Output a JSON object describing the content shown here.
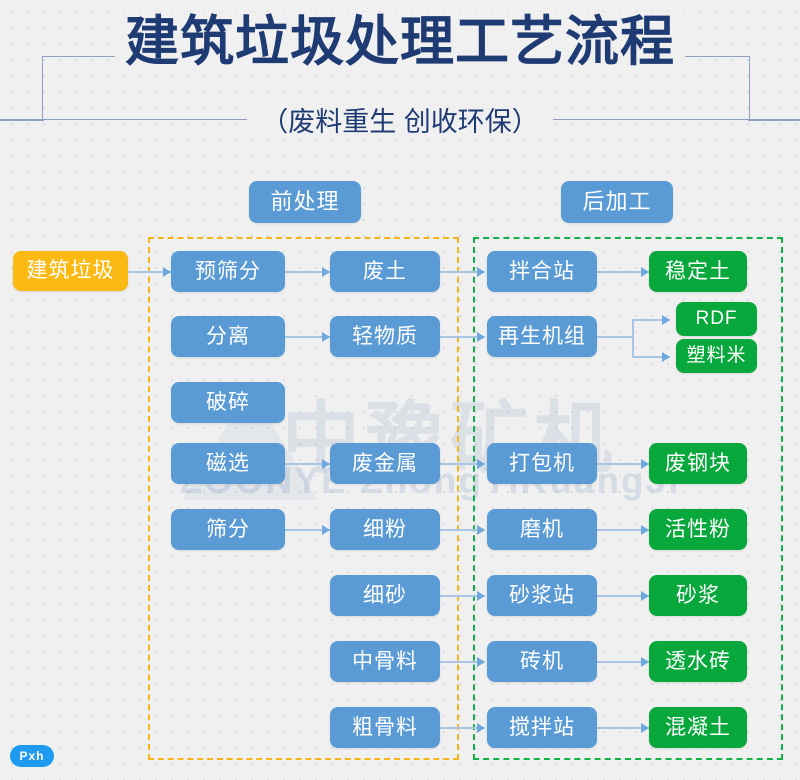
{
  "header": {
    "title": "建筑垃圾处理工艺流程",
    "subtitle": "（废料重生  创收环保）",
    "accent_color": "#1f3b73",
    "border_color": "#8fa0c4"
  },
  "zones": [
    {
      "id": "pre",
      "label": "前处理",
      "border_color": "#f5b517",
      "style": "dashed"
    },
    {
      "id": "post",
      "label": "后加工",
      "border_color": "#12b24b",
      "style": "dashed"
    }
  ],
  "colors": {
    "blue": "#5b9bd5",
    "green": "#08a83c",
    "orange": "#fbb913",
    "connector": "#a8c6e4",
    "arrow": "#6fa8dc",
    "page_background": "#f0f0f0"
  },
  "nodes": {
    "input": {
      "label": "建筑垃圾",
      "color": "orange"
    },
    "zone_pre": {
      "label": "前处理",
      "color": "blue"
    },
    "zone_post": {
      "label": "后加工",
      "color": "blue"
    },
    "pre_screen": {
      "label": "预筛分",
      "color": "blue"
    },
    "separate": {
      "label": "分离",
      "color": "blue"
    },
    "crush": {
      "label": "破碎",
      "color": "blue"
    },
    "magnetic": {
      "label": "磁选",
      "color": "blue"
    },
    "sieve": {
      "label": "筛分",
      "color": "blue"
    },
    "waste_soil": {
      "label": "废土",
      "color": "blue"
    },
    "light_matter": {
      "label": "轻物质",
      "color": "blue"
    },
    "waste_metal": {
      "label": "废金属",
      "color": "blue"
    },
    "fine_powder": {
      "label": "细粉",
      "color": "blue"
    },
    "fine_sand": {
      "label": "细砂",
      "color": "blue"
    },
    "mid_agg": {
      "label": "中骨料",
      "color": "blue"
    },
    "coarse_agg": {
      "label": "粗骨料",
      "color": "blue"
    },
    "mixing_stn": {
      "label": "拌合站",
      "color": "blue"
    },
    "regen_unit": {
      "label": "再生机组",
      "color": "blue"
    },
    "baler": {
      "label": "打包机",
      "color": "blue"
    },
    "grinder": {
      "label": "磨机",
      "color": "blue"
    },
    "mortar_stn": {
      "label": "砂浆站",
      "color": "blue"
    },
    "brick_mach": {
      "label": "砖机",
      "color": "blue"
    },
    "batch_stn": {
      "label": "搅拌站",
      "color": "blue"
    },
    "stable_soil": {
      "label": "稳定土",
      "color": "green"
    },
    "rdf": {
      "label": "RDF",
      "color": "green"
    },
    "plastic_gran": {
      "label": "塑料米",
      "color": "green"
    },
    "scrap_steel": {
      "label": "废钢块",
      "color": "green"
    },
    "active_powder": {
      "label": "活性粉",
      "color": "green"
    },
    "mortar": {
      "label": "砂浆",
      "color": "green"
    },
    "perm_brick": {
      "label": "透水砖",
      "color": "green"
    },
    "concrete": {
      "label": "混凝土",
      "color": "green"
    }
  },
  "flows": [
    {
      "from": "input",
      "to": "pre_screen"
    },
    {
      "from": "pre_screen",
      "to": "waste_soil"
    },
    {
      "from": "separate",
      "to": "light_matter"
    },
    {
      "from": "magnetic",
      "to": "waste_metal"
    },
    {
      "from": "sieve",
      "to": "fine_powder"
    },
    {
      "from": "waste_soil",
      "to": "mixing_stn"
    },
    {
      "from": "light_matter",
      "to": "regen_unit"
    },
    {
      "from": "waste_metal",
      "to": "baler"
    },
    {
      "from": "fine_powder",
      "to": "grinder"
    },
    {
      "from": "fine_sand",
      "to": "mortar_stn"
    },
    {
      "from": "mid_agg",
      "to": "brick_mach"
    },
    {
      "from": "coarse_agg",
      "to": "batch_stn"
    },
    {
      "from": "mixing_stn",
      "to": "stable_soil"
    },
    {
      "from": "regen_unit",
      "to": "rdf"
    },
    {
      "from": "regen_unit",
      "to": "plastic_gran"
    },
    {
      "from": "baler",
      "to": "scrap_steel"
    },
    {
      "from": "grinder",
      "to": "active_powder"
    },
    {
      "from": "mortar_stn",
      "to": "mortar"
    },
    {
      "from": "brick_mach",
      "to": "perm_brick"
    },
    {
      "from": "batch_stn",
      "to": "concrete"
    }
  ],
  "watermark": {
    "cn": "中豫矿机",
    "en": "ZOONYE  ZhongYiKuangJi"
  },
  "badge": {
    "label": "Pxh"
  }
}
